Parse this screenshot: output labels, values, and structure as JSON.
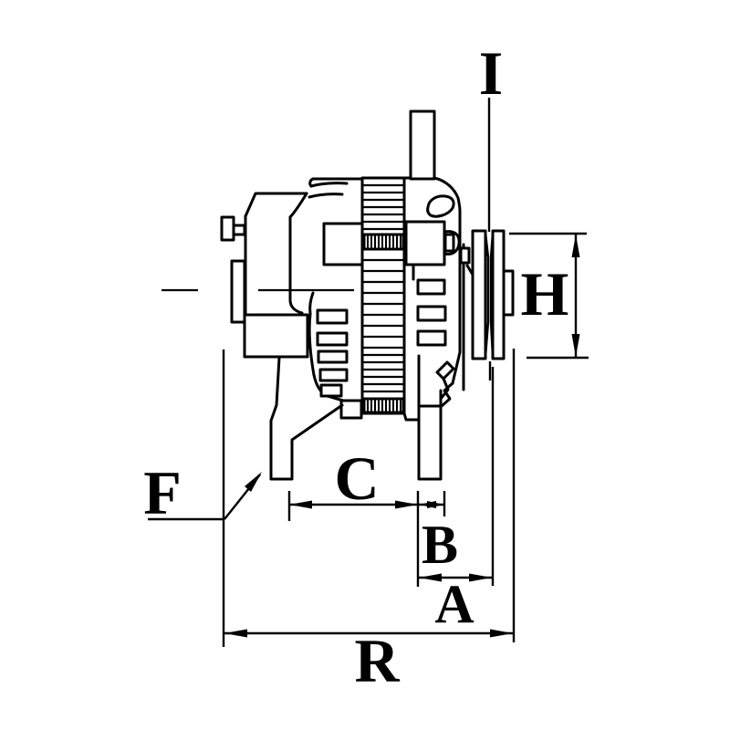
{
  "colors": {
    "background": "#ffffff",
    "line": "#000000"
  },
  "dimension_labels": {
    "I": "I",
    "H": "H",
    "F": "F",
    "C": "C",
    "B": "B",
    "A": "A",
    "R": "R"
  }
}
